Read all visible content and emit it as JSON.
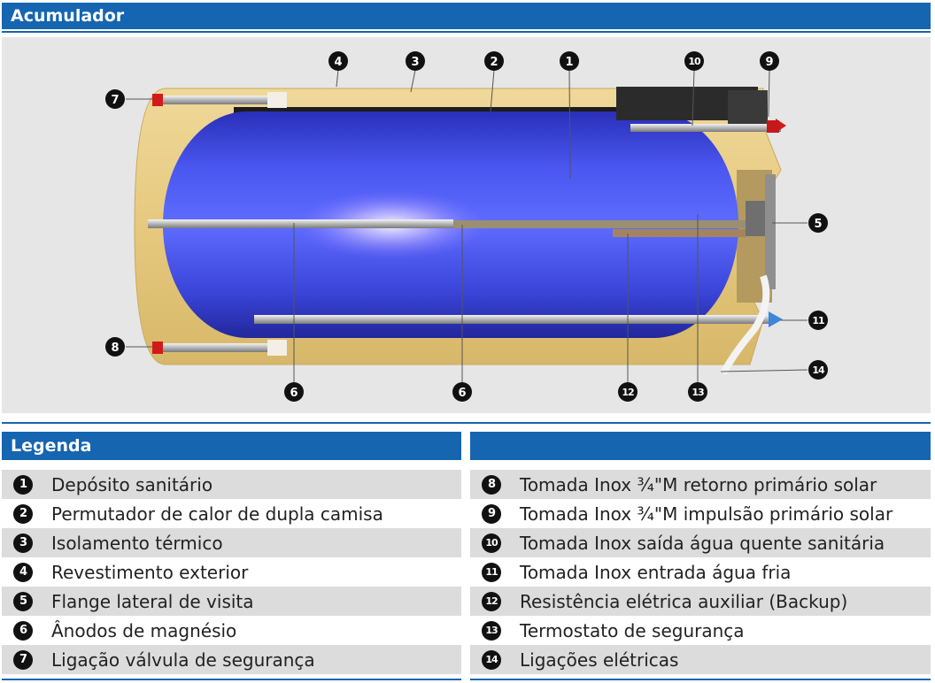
{
  "top_section": {
    "title": "Acumulador"
  },
  "legend_section": {
    "title": "Legenda"
  },
  "diagram": {
    "callouts": [
      {
        "id": "4",
        "label": "4"
      },
      {
        "id": "3",
        "label": "3"
      },
      {
        "id": "2",
        "label": "2"
      },
      {
        "id": "1",
        "label": "1"
      },
      {
        "id": "10",
        "label": "10"
      },
      {
        "id": "9",
        "label": "9"
      },
      {
        "id": "7",
        "label": "7"
      },
      {
        "id": "5",
        "label": "5"
      },
      {
        "id": "11",
        "label": "11"
      },
      {
        "id": "8",
        "label": "8"
      },
      {
        "id": "14",
        "label": "14"
      },
      {
        "id": "6a",
        "label": "6"
      },
      {
        "id": "6b",
        "label": "6"
      },
      {
        "id": "12",
        "label": "12"
      },
      {
        "id": "13",
        "label": "13"
      }
    ]
  },
  "legend": {
    "left": [
      {
        "num": "1",
        "text": "Depósito sanitário"
      },
      {
        "num": "2",
        "text": "Permutador de calor de dupla camisa"
      },
      {
        "num": "3",
        "text": "Isolamento térmico"
      },
      {
        "num": "4",
        "text": "Revestimento exterior"
      },
      {
        "num": "5",
        "text": "Flange lateral de visita"
      },
      {
        "num": "6",
        "text": "Ânodos de magnésio"
      },
      {
        "num": "7",
        "text": "Ligação válvula de segurança"
      }
    ],
    "right": [
      {
        "num": "8",
        "text": "Tomada Inox ¾\"M retorno primário solar"
      },
      {
        "num": "9",
        "text": "Tomada Inox ¾\"M impulsão primário solar"
      },
      {
        "num": "10",
        "text": "Tomada Inox saída água quente sanitária"
      },
      {
        "num": "11",
        "text": "Tomada Inox entrada água fria"
      },
      {
        "num": "12",
        "text": "Resistência elétrica auxiliar (Backup)"
      },
      {
        "num": "13",
        "text": "Termostato de segurança"
      },
      {
        "num": "14",
        "text": "Ligações elétricas"
      }
    ]
  },
  "colors": {
    "header_blue": "#1565b0",
    "tank_blue": "#3344dd",
    "insulation": "#e8cf8a",
    "row_gray": "#dcdcdc"
  }
}
